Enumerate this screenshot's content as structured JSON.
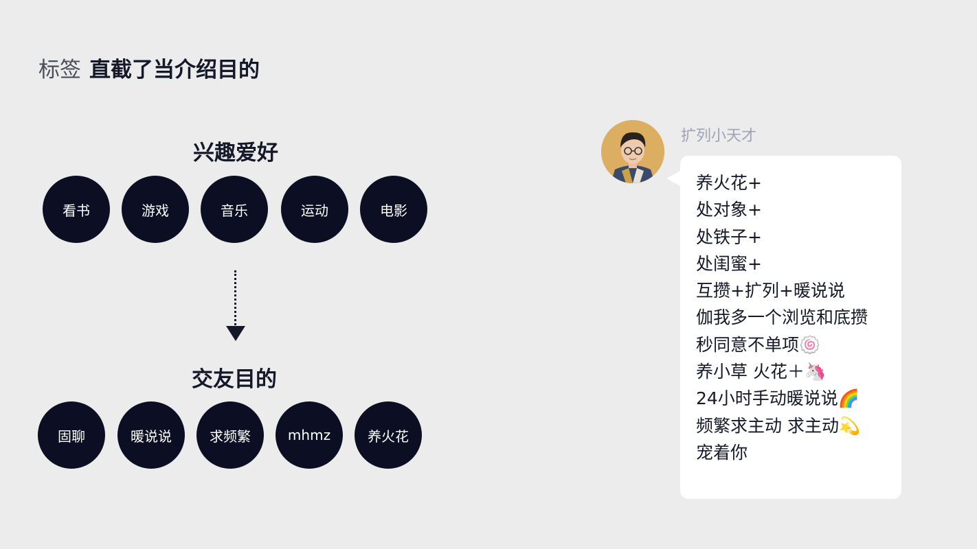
{
  "heading": {
    "label": "标签",
    "title": "直截了当介绍目的"
  },
  "interests": {
    "title": "兴趣爱好",
    "tags": [
      "看书",
      "游戏",
      "音乐",
      "运动",
      "电影"
    ]
  },
  "purposes": {
    "title": "交友目的",
    "tags": [
      "固聊",
      "暖说说",
      "求频繁",
      "mhmz",
      "养火花"
    ]
  },
  "chat": {
    "username": "扩列小天才",
    "lines": [
      "养火花+",
      "处对象+",
      "处铁子+",
      "处闺蜜+",
      "互攒+扩列+暖说说",
      "伽我多一个浏览和底攒",
      "秒同意不单项🍥",
      "养小草 火花＋🦄",
      "24小时手动暖说说🌈",
      "频繁求主动  求主动💫",
      "宠着你"
    ]
  },
  "colors": {
    "background": "#ececec",
    "tag_fill": "#0c0f23",
    "text": "#141828",
    "username": "#9ea3b8",
    "bubble": "#ffffff"
  }
}
